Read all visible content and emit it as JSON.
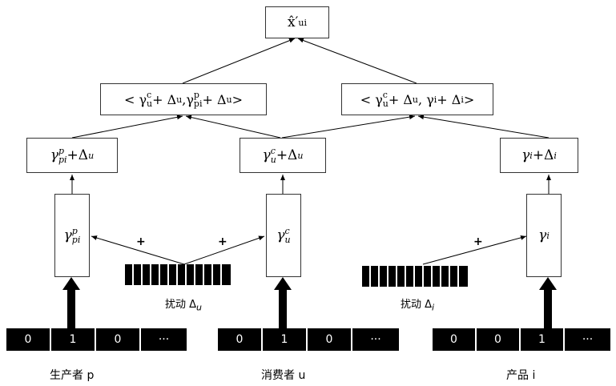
{
  "top": {
    "xhat": "x̂",
    "prime": "′",
    "sub": "ui"
  },
  "pair_left": {
    "left": "< γ",
    "sup1": "c",
    "sub1": "u",
    "mid1": " + Δ",
    "sub2": "u",
    "sep": ",γ",
    "sup3": "p",
    "sub3": "pi",
    "mid2": " + Δ",
    "sub4": "u",
    "right": ">"
  },
  "pair_right": {
    "left": "< γ",
    "sup1": "c",
    "sub1": "u",
    "mid1": " + Δ",
    "sub2": "u",
    "sep": ", γ",
    "sub3": "i",
    "mid2": " + Δ",
    "sub4": "i",
    "right": ">"
  },
  "sum_p": {
    "g": "γ",
    "sup": "p",
    "sub": "pi",
    "plus": "+Δ",
    "dsub": "u"
  },
  "sum_u": {
    "g": "γ",
    "sup": "c",
    "sub": "u",
    "plus": "+Δ",
    "dsub": "u"
  },
  "sum_i": {
    "g": "γ",
    "sub": "i",
    "plus": "+Δ",
    "dsub": "i"
  },
  "emb_p": {
    "g": "γ",
    "sup": "p",
    "sub": "pi"
  },
  "emb_u": {
    "g": "γ",
    "sup": "c",
    "sub": "u"
  },
  "emb_i": {
    "g": "γ",
    "sub": "i"
  },
  "perturb_u": {
    "text": "扰动 Δ",
    "sub": "u"
  },
  "perturb_i": {
    "text": "扰动 Δ",
    "sub": "i"
  },
  "plus_sign": "+",
  "onehot_p": [
    "0",
    "1",
    "0",
    "···"
  ],
  "onehot_u": [
    "0",
    "1",
    "0",
    "···"
  ],
  "onehot_i": [
    "0",
    "0",
    "1",
    "···"
  ],
  "labels": {
    "producer": "生产者 p",
    "consumer": "消费者 u",
    "product": "产品 i"
  }
}
